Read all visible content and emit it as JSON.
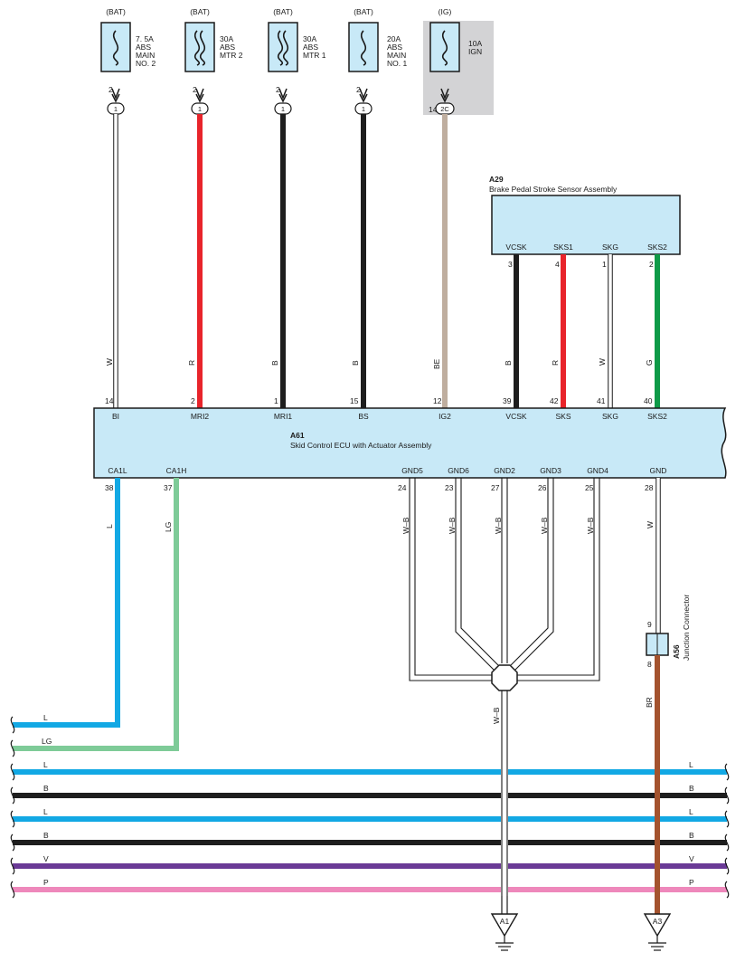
{
  "fuses": [
    {
      "source": "(BAT)",
      "lines": [
        "7. 5A",
        "ABS",
        "MAIN",
        "NO. 2"
      ],
      "pin": "2",
      "conn": "1",
      "wire": "W"
    },
    {
      "source": "(BAT)",
      "lines": [
        "30A",
        "ABS",
        "MTR 2"
      ],
      "pin": "2",
      "conn": "1",
      "wire": "R"
    },
    {
      "source": "(BAT)",
      "lines": [
        "30A",
        "ABS",
        "MTR 1"
      ],
      "pin": "2",
      "conn": "1",
      "wire": "B"
    },
    {
      "source": "(BAT)",
      "lines": [
        "20A",
        "ABS",
        "MAIN",
        "NO. 1"
      ],
      "pin": "2",
      "conn": "1",
      "wire": "B"
    },
    {
      "source": "(IG)",
      "lines": [
        "10A",
        "IGN"
      ],
      "pin": "14",
      "conn": "2C",
      "wire": "BE"
    }
  ],
  "a29": {
    "code": "A29",
    "name": "Brake Pedal Stroke Sensor Assembly",
    "terminals": [
      {
        "name": "VCSK",
        "pin": "3",
        "wire": "B"
      },
      {
        "name": "SKS1",
        "pin": "4",
        "wire": "R"
      },
      {
        "name": "SKG",
        "pin": "1",
        "wire": "W"
      },
      {
        "name": "SKS2",
        "pin": "2",
        "wire": "G"
      }
    ]
  },
  "a61": {
    "code": "A61",
    "name": "Skid Control ECU with Actuator Assembly",
    "top_terminals": [
      {
        "name": "BI",
        "pin": "14"
      },
      {
        "name": "MRI2",
        "pin": "2"
      },
      {
        "name": "MRI1",
        "pin": "1"
      },
      {
        "name": "BS",
        "pin": "15"
      },
      {
        "name": "IG2",
        "pin": "12"
      },
      {
        "name": "VCSK",
        "pin": "39"
      },
      {
        "name": "SKS",
        "pin": "42"
      },
      {
        "name": "SKG",
        "pin": "41"
      },
      {
        "name": "SKS2",
        "pin": "40"
      }
    ],
    "bottom_terminals": [
      {
        "name": "CA1L",
        "pin": "38",
        "wire": "L"
      },
      {
        "name": "CA1H",
        "pin": "37",
        "wire": "LG"
      },
      {
        "name": "GND5",
        "pin": "24",
        "wire": "W–B"
      },
      {
        "name": "GND6",
        "pin": "23",
        "wire": "W–B"
      },
      {
        "name": "GND2",
        "pin": "27",
        "wire": "W–B"
      },
      {
        "name": "GND3",
        "pin": "26",
        "wire": "W–B"
      },
      {
        "name": "GND4",
        "pin": "25",
        "wire": "W–B"
      },
      {
        "name": "GND",
        "pin": "28",
        "wire": "W"
      }
    ]
  },
  "a56": {
    "code": "A56",
    "name": "Junction Connector",
    "pin_top": "9",
    "pin_bottom": "8",
    "wire_out": "BR"
  },
  "splice_wire": "W–B",
  "bus": [
    {
      "left": "L",
      "right": ""
    },
    {
      "left": "LG",
      "right": ""
    },
    {
      "left": "L",
      "right": "L"
    },
    {
      "left": "B",
      "right": "B"
    },
    {
      "left": "L",
      "right": "L"
    },
    {
      "left": "B",
      "right": "B"
    },
    {
      "left": "V",
      "right": "V"
    },
    {
      "left": "P",
      "right": "P"
    }
  ],
  "grounds": [
    {
      "label": "A1"
    },
    {
      "label": "A3"
    }
  ],
  "colors": {
    "W": "#ffffff",
    "R": "#e8242b",
    "B": "#1e1e1e",
    "BE": "#bfae9f",
    "G": "#0f9a48",
    "L": "#12a8e4",
    "LG": "#7ecb98",
    "V": "#6a3a96",
    "P": "#ee88bb",
    "BR": "#a4532e",
    "box": "#c8e9f7",
    "ig_shade": "#d3d3d5"
  }
}
